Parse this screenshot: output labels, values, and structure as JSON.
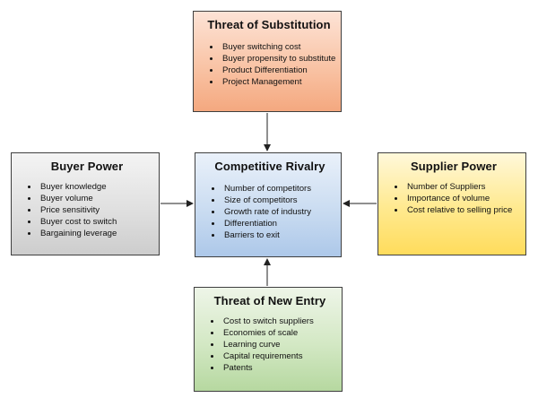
{
  "diagram": {
    "substitution": {
      "title": "Threat of Substitution",
      "items": [
        "Buyer switching cost",
        "Buyer propensity to substitute",
        "Product Differentiation",
        "Project Management"
      ]
    },
    "buyer_power": {
      "title": "Buyer Power",
      "items": [
        "Buyer knowledge",
        "Buyer volume",
        "Price sensitivity",
        "Buyer cost to switch",
        "Bargaining leverage"
      ]
    },
    "rivalry": {
      "title": "Competitive Rivalry",
      "items": [
        "Number of competitors",
        "Size of competitors",
        "Growth rate of industry",
        "Differentiation",
        "Barriers to exit"
      ]
    },
    "supplier_power": {
      "title": "Supplier Power",
      "items": [
        "Number of Suppliers",
        "Importance of volume",
        "Cost relative to selling price"
      ]
    },
    "new_entry": {
      "title": "Threat of New Entry",
      "items": [
        "Cost to switch suppliers",
        "Economies of scale",
        "Learning curve",
        "Capital requirements",
        "Patents"
      ]
    },
    "colors": {
      "substitution": "#f9c4a6",
      "buyer_power": "#dedede",
      "rivalry": "#cadcf1",
      "supplier_power": "#ffe98e",
      "new_entry": "#d3e8c4",
      "border": "#3f3f3f",
      "arrow": "#222222"
    }
  }
}
